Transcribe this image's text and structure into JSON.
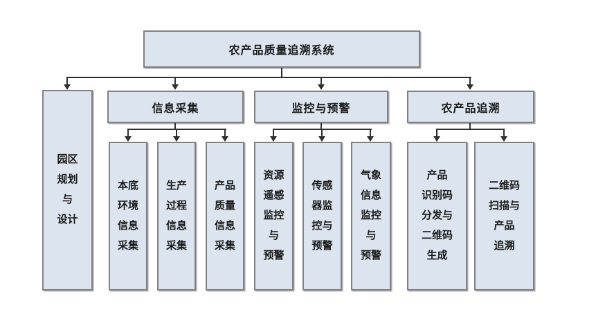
{
  "colors": {
    "bg": "#ffffff",
    "box_fill": "#dbe4ef",
    "box_border": "#808080",
    "line": "#2f2f2f",
    "text": "#1a1a1a"
  },
  "root": {
    "label": "农产品质量追溯系统"
  },
  "side": {
    "label": "园区\n规划\n与\n设计"
  },
  "groups": [
    {
      "label": "信息采集",
      "children": [
        "本底\n环境\n信息\n采集",
        "生产\n过程\n信息\n采集",
        "产品\n质量\n信息\n采集"
      ]
    },
    {
      "label": "监控与预警",
      "children": [
        "资源\n遥感\n监控\n与\n预警",
        "传感\n器监\n控与\n预警",
        "气象\n信息\n监控\n与\n预警"
      ]
    },
    {
      "label": "农产品追溯",
      "children": [
        "产品\n识别码\n分发与\n二维码\n生成",
        "二维码\n扫描与\n产品\n追溯"
      ]
    }
  ]
}
